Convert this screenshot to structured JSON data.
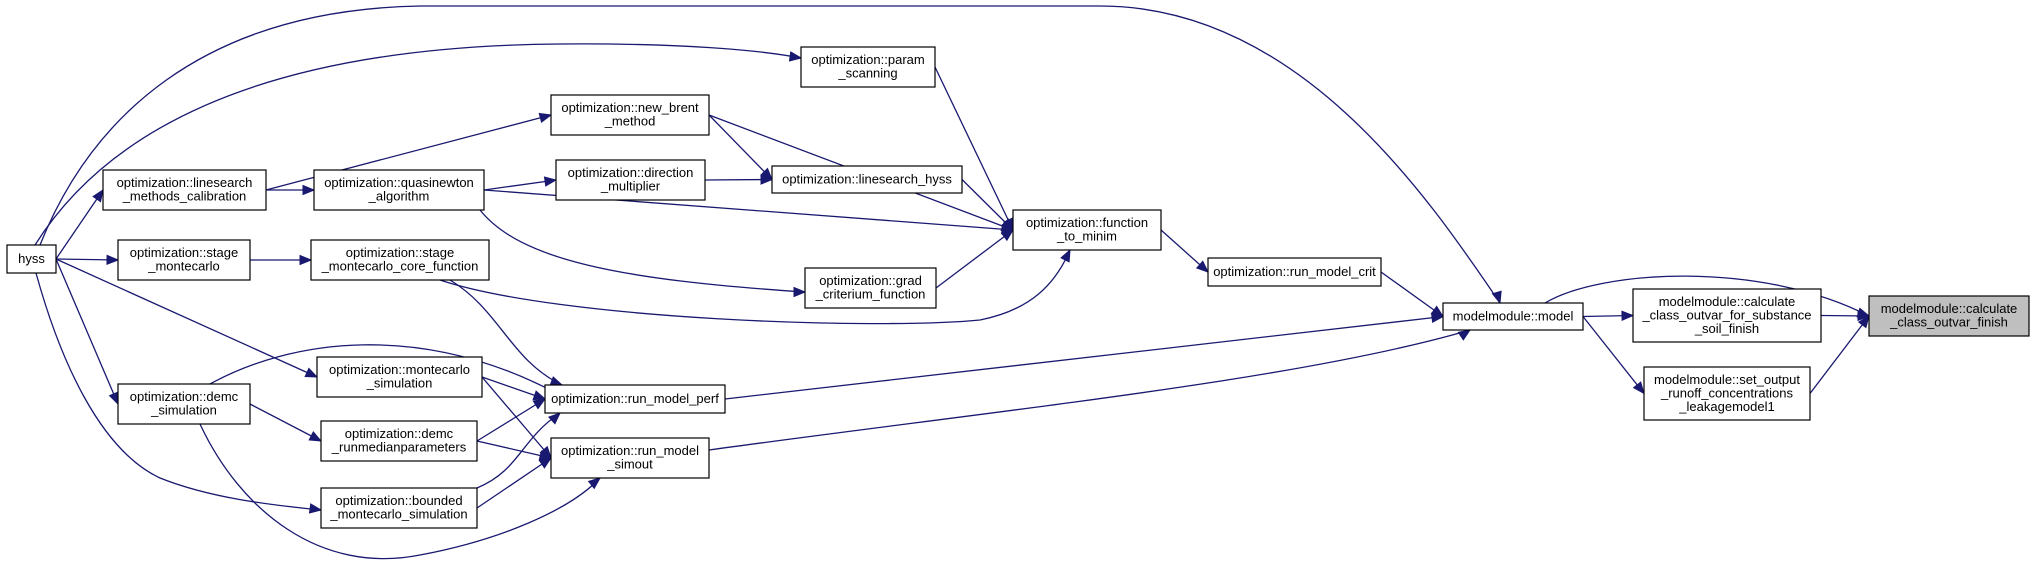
{
  "nodes": [
    {
      "id": "hyss",
      "lines": [
        "hyss"
      ]
    },
    {
      "id": "param_scanning",
      "lines": [
        "optimization::param",
        "_scanning"
      ]
    },
    {
      "id": "new_brent_method",
      "lines": [
        "optimization::new_brent",
        "_method"
      ]
    },
    {
      "id": "linesearch_methods_calibration",
      "lines": [
        "optimization::linesearch",
        "_methods_calibration"
      ]
    },
    {
      "id": "quasinewton_algorithm",
      "lines": [
        "optimization::quasinewton",
        "_algorithm"
      ]
    },
    {
      "id": "direction_multiplier",
      "lines": [
        "optimization::direction",
        "_multiplier"
      ]
    },
    {
      "id": "linesearch_hyss",
      "lines": [
        "optimization::linesearch_hyss"
      ]
    },
    {
      "id": "stage_montecarlo",
      "lines": [
        "optimization::stage",
        "_montecarlo"
      ]
    },
    {
      "id": "stage_montecarlo_core_function",
      "lines": [
        "optimization::stage",
        "_montecarlo_core_function"
      ]
    },
    {
      "id": "grad_criterium_function",
      "lines": [
        "optimization::grad",
        "_criterium_function"
      ]
    },
    {
      "id": "function_to_minim",
      "lines": [
        "optimization::function",
        "_to_minim"
      ]
    },
    {
      "id": "run_model_crit",
      "lines": [
        "optimization::run_model_crit"
      ]
    },
    {
      "id": "model",
      "lines": [
        "modelmodule::model"
      ]
    },
    {
      "id": "calc_outvar_substance",
      "lines": [
        "modelmodule::calculate",
        "_class_outvar_for_substance",
        "_soil_finish"
      ]
    },
    {
      "id": "calc_outvar_finish",
      "lines": [
        "modelmodule::calculate",
        "_class_outvar_finish"
      ],
      "highlighted": true
    },
    {
      "id": "set_output_runoff",
      "lines": [
        "modelmodule::set_output",
        "_runoff_concentrations",
        "_leakagemodel1"
      ]
    },
    {
      "id": "demc_simulation",
      "lines": [
        "optimization::demc",
        "_simulation"
      ]
    },
    {
      "id": "montecarlo_simulation",
      "lines": [
        "optimization::montecarlo",
        "_simulation"
      ]
    },
    {
      "id": "run_model_perf",
      "lines": [
        "optimization::run_model_perf"
      ]
    },
    {
      "id": "demc_runmedianparameters",
      "lines": [
        "optimization::demc",
        "_runmedianparameters"
      ]
    },
    {
      "id": "run_model_simout",
      "lines": [
        "optimization::run_model",
        "_simout"
      ]
    },
    {
      "id": "bounded_montecarlo_simulation",
      "lines": [
        "optimization::bounded",
        "_montecarlo_simulation"
      ]
    }
  ],
  "edges": [
    [
      "hyss",
      "model"
    ],
    [
      "hyss",
      "param_scanning"
    ],
    [
      "hyss",
      "linesearch_methods_calibration"
    ],
    [
      "hyss",
      "stage_montecarlo"
    ],
    [
      "hyss",
      "montecarlo_simulation"
    ],
    [
      "hyss",
      "demc_simulation"
    ],
    [
      "hyss",
      "bounded_montecarlo_simulation"
    ],
    [
      "param_scanning",
      "function_to_minim"
    ],
    [
      "new_brent_method",
      "function_to_minim"
    ],
    [
      "new_brent_method",
      "linesearch_hyss"
    ],
    [
      "linesearch_methods_calibration",
      "new_brent_method"
    ],
    [
      "linesearch_methods_calibration",
      "quasinewton_algorithm"
    ],
    [
      "quasinewton_algorithm",
      "direction_multiplier"
    ],
    [
      "quasinewton_algorithm",
      "function_to_minim"
    ],
    [
      "quasinewton_algorithm",
      "grad_criterium_function"
    ],
    [
      "direction_multiplier",
      "linesearch_hyss"
    ],
    [
      "linesearch_hyss",
      "function_to_minim"
    ],
    [
      "stage_montecarlo",
      "stage_montecarlo_core_function"
    ],
    [
      "stage_montecarlo_core_function",
      "function_to_minim"
    ],
    [
      "stage_montecarlo_core_function",
      "run_model_perf"
    ],
    [
      "grad_criterium_function",
      "function_to_minim"
    ],
    [
      "function_to_minim",
      "run_model_crit"
    ],
    [
      "run_model_crit",
      "model"
    ],
    [
      "model",
      "calc_outvar_substance"
    ],
    [
      "model",
      "calc_outvar_finish"
    ],
    [
      "model",
      "set_output_runoff"
    ],
    [
      "calc_outvar_substance",
      "calc_outvar_finish"
    ],
    [
      "set_output_runoff",
      "calc_outvar_finish"
    ],
    [
      "demc_simulation",
      "run_model_perf"
    ],
    [
      "demc_simulation",
      "demc_runmedianparameters"
    ],
    [
      "demc_simulation",
      "run_model_simout"
    ],
    [
      "montecarlo_simulation",
      "run_model_perf"
    ],
    [
      "montecarlo_simulation",
      "run_model_simout"
    ],
    [
      "run_model_perf",
      "model"
    ],
    [
      "demc_runmedianparameters",
      "run_model_perf"
    ],
    [
      "demc_runmedianparameters",
      "run_model_simout"
    ],
    [
      "run_model_simout",
      "model"
    ],
    [
      "bounded_montecarlo_simulation",
      "run_model_perf"
    ],
    [
      "bounded_montecarlo_simulation",
      "run_model_simout"
    ]
  ],
  "colors": {
    "edge": "#191970",
    "node_border": "#000000",
    "highlight_fill": "#bfbfbf"
  }
}
